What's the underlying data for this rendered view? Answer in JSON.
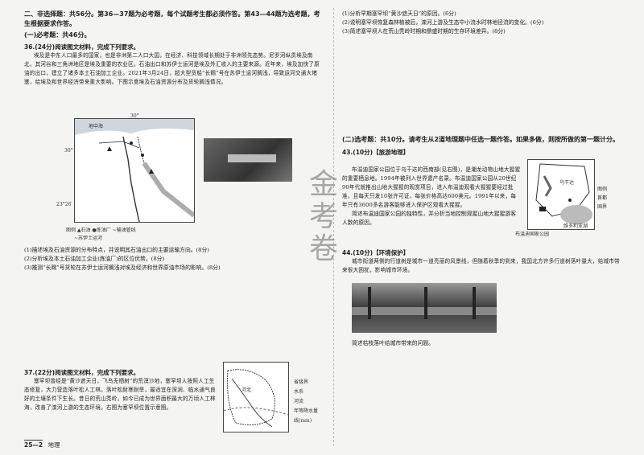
{
  "section_header": "二、非选择题：共56分。第36—37题为必考题，每个试题考生都必须作答。第43—44题为选考题，考生根据要求作答。",
  "required_header": "(一)必考题：共46分。",
  "q36": {
    "title": "36.(24分)阅读图文材料，完成下列要求。",
    "para": "埃及是中东人口最多的国家，也是非洲第二人口大国，在经济、科技领域长期处于非洲领先态势。尼罗河纵贯埃及南北，其河谷和三角洲地区是埃及重要的农业区。石油出口和苏伊士运河是埃及外汇收入的主要来源。近年来，埃及加快了原油的出口，建立了诸多本土石油加工企业。2021年3月24日，超大型货船“长赐”号在苏伊士运河搁浅，导致运河交通大堵塞，给埃及和世界经济带来重大影响。下图示意埃及石油资源分布及货轮搁浅情况。",
    "map_labels": {
      "sea": "地中海",
      "lat_top": "30°",
      "lat_mid": "30°",
      "lat_bottom": "23°26′"
    },
    "legend": [
      "▲石油",
      "●炼油厂",
      "~输油管线",
      "~苏伊士运河"
    ],
    "questions": [
      "(1)描述埃及石油资源的分布特点，并说明其石油出口的主要运输方向。(8分)",
      "(2)分析埃及本土石油加工企业(炼油厂)的区位优势。(8分)",
      "(3)推测“长赐”号货轮在苏伊士运河搁浅对埃及经济和世界原油市场的影响。(8分)"
    ]
  },
  "q37": {
    "title": "37.(22分)阅读图文材料，完成下列要求。",
    "para": "塞罕坝曾经是“黄沙遮天日，飞鸟无栖树”的荒漠沙地，塞罕坝人按照人工生态修复，大力营造落叶松人工林。落叶松耐寒耐旱，最适宜在深涧、临水通气良好的土壤条件下生长。昔日的荒山秃岭，如今已成为世界面积最大的万顷人工林海，改善了滦河上游的生态环境。右图为塞罕坝位置示意图。",
    "map_labels": {
      "province": "河北"
    },
    "legend": [
      "省级界",
      "水系",
      "河流",
      "年等降水量线(mm)"
    ],
    "questions": [
      "(1)分析早期塞罕坝“黄沙遮天日”的原因。(6分)",
      "(2)说明塞罕坝恢复森林植被后，滦河上游及生态中小流水时林地径流的变化。(6分)",
      "(3)简述塞罕坝人在荒山秃岭时期和鼎盛时期的生存环境差异。(8分)"
    ]
  },
  "elective_header": "(二)选考题：共10分。请考生从2道地理题中任选一题作答。如果多做，则按所做的第一题计分。",
  "q43": {
    "title": "43.(10分)【旅游地理】",
    "para": "布温迪国家公园位于乌干达的西南部(见右图)，是潮龙动物山地大猩猩的重要栖息地。1994年被列入世界遗产名录。布温迪国家公园从20世纪90年代就推出山地大猩猩的观赏项目，进入布温迪观看大猩猩要经过批准，且每天只发10张许可证，每张价格高达600美元。1991年以来，每年只有3600多名游客能够进入保护区观看大猩猩。",
    "question": "简述布温迪国家公园的独特性，并分析当地控制观猩山地大猩猩游客人数的原因。",
    "map_labels": {
      "country": "乌干达",
      "park": "布温迪国家公园",
      "lake": "维多利亚湖"
    },
    "legend": [
      "图例",
      "首都",
      "国界"
    ]
  },
  "q44": {
    "title": "44.(10分)【环境保护】",
    "para": "城市街道两侧的行道树是城市一道亮丽的风景线，但随着秋季的到来，我国北方许多行道树落叶量大，给城市带来很大困扰，影响城市环境。",
    "question": "简述枯枝落叶给城市带来的问题。"
  },
  "watermark": "金考卷",
  "footer": {
    "page": "25—2",
    "subject": "地理"
  }
}
